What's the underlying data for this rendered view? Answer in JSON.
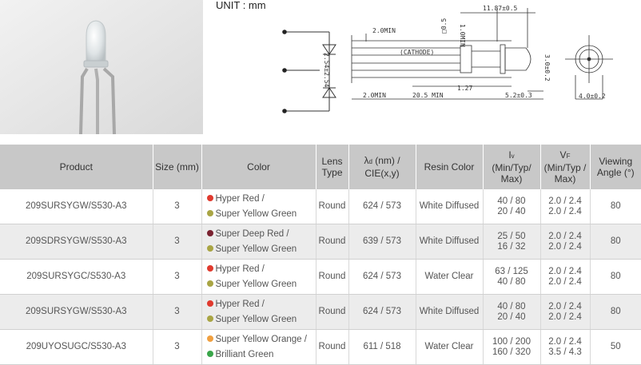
{
  "unit_label": "UNIT : mm",
  "drawing": {
    "dim_length": "11.87±0.5",
    "dim_2min_top": "2.0MIN",
    "dim_sq": "□0.5",
    "dim_dia_nom": "1.0MIN",
    "dim_cathode": "(CATHODE)",
    "dim_pitch": "2.54±2.54",
    "dim_127": "1.27",
    "dim_2min_bottom": "2.0MIN",
    "dim_205": "20.5 MIN",
    "dim_52": "5.2±0.3",
    "dim_30": "3.0±0.2",
    "dim_40": "4.0±0.2"
  },
  "table": {
    "headers": {
      "product": "Product",
      "size": "Size (mm)",
      "color": "Color",
      "lens": "Lens Type",
      "lambda_sym": "λ",
      "lambda_sub": "d",
      "lambda_rest": " (nm) / CIE(x,y)",
      "resin": "Resin Color",
      "iv_sym": "I",
      "iv_sub": "v",
      "iv_rest": "(Min/Typ/ Max)",
      "vf_sym": "V",
      "vf_sub": "F",
      "vf_rest": "(Min/Typ / Max)",
      "angle": "Viewing Angle (°)"
    },
    "rows": [
      {
        "product": "209SURSYGW/S530-A3",
        "size": "3",
        "color1": "Hyper Red /",
        "dot1": "#e03a2e",
        "color2": "Super Yellow Green",
        "dot2": "#a9a544",
        "lens": "Round",
        "lambda": "624 / 573",
        "resin": "White Diffused",
        "iv1": "40 / 80",
        "iv2": "20 / 40",
        "vf1": "2.0 / 2.4",
        "vf2": "2.0 / 2.4",
        "angle": "80"
      },
      {
        "product": "209SDRSYGW/S530-A3",
        "size": "3",
        "color1": "Super Deep Red /",
        "dot1": "#7a2230",
        "color2": "Super Yellow Green",
        "dot2": "#a9a544",
        "lens": "Round",
        "lambda": "639 / 573",
        "resin": "White Diffused",
        "iv1": "25 / 50",
        "iv2": "16 / 32",
        "vf1": "2.0 / 2.4",
        "vf2": "2.0 / 2.4",
        "angle": "80"
      },
      {
        "product": "209SURSYGC/S530-A3",
        "size": "3",
        "color1": "Hyper Red /",
        "dot1": "#e03a2e",
        "color2": "Super Yellow Green",
        "dot2": "#a9a544",
        "lens": "Round",
        "lambda": "624 / 573",
        "resin": "Water Clear",
        "iv1": "63 / 125",
        "iv2": "40 / 80",
        "vf1": "2.0 / 2.4",
        "vf2": "2.0 / 2.4",
        "angle": "80"
      },
      {
        "product": "209SURSYGW/S530-A3",
        "size": "3",
        "color1": "Hyper Red /",
        "dot1": "#e03a2e",
        "color2": "Super Yellow Green",
        "dot2": "#a9a544",
        "lens": "Round",
        "lambda": "624 / 573",
        "resin": "White Diffused",
        "iv1": "40 / 80",
        "iv2": "20 / 40",
        "vf1": "2.0 / 2.4",
        "vf2": "2.0 / 2.4",
        "angle": "80"
      },
      {
        "product": "209UYOSUGC/S530-A3",
        "size": "3",
        "color1": "Super Yellow Orange /",
        "dot1": "#f0a040",
        "color2": "Brilliant Green",
        "dot2": "#3aa64a",
        "lens": "Round",
        "lambda": "611 / 518",
        "resin": "Water Clear",
        "iv1": "100 / 200",
        "iv2": "160 / 320",
        "vf1": "2.0 / 2.4",
        "vf2": "3.5 / 4.3",
        "angle": "50"
      }
    ]
  }
}
